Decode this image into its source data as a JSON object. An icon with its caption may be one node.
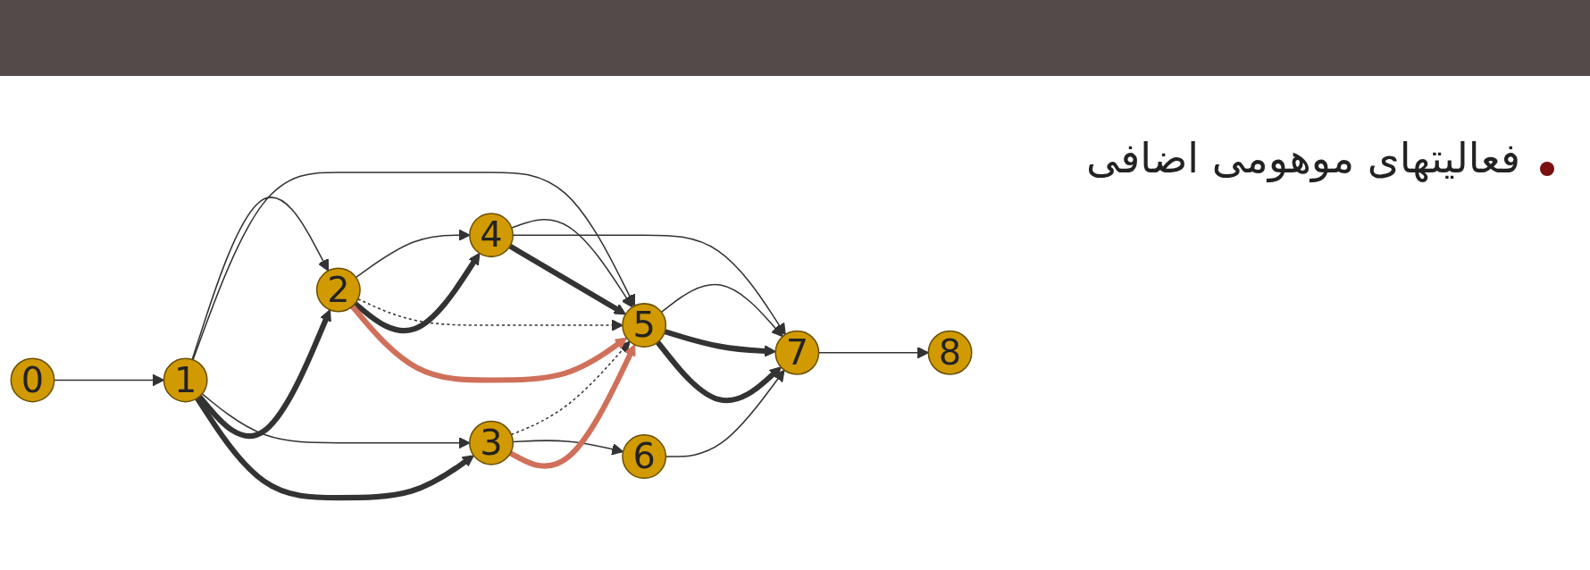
{
  "diagram": {
    "nodes": [
      {
        "text": [
          "0"
        ]
      },
      {
        "text": [
          "1"
        ]
      },
      {
        "text": [
          "2"
        ]
      },
      {
        "text": [
          "3"
        ]
      },
      {
        "text": [
          "4"
        ]
      },
      {
        "text": [
          "5"
        ]
      },
      {
        "text": [
          "6"
        ]
      },
      {
        "text": [
          "7"
        ]
      },
      {
        "text": [
          "8"
        ]
      }
    ],
    "edges": [
      {
        "from": 0,
        "to": 1,
        "arrow": "to"
      },
      {
        "from": 1,
        "to": 2,
        "arrow": "to"
      },
      {
        "from": 1,
        "to": 5,
        "arrow": "to"
      },
      {
        "from": 1,
        "to": 3,
        "arrow": "to"
      },
      {
        "from": 2,
        "to": 4,
        "arrow": "to"
      },
      {
        "from": 2,
        "to": 5,
        "arrow": "to",
        "style": "dashed"
      },
      {
        "from": 3,
        "to": 5,
        "arrow": "to",
        "style": "dashed"
      },
      {
        "from": 3,
        "to": 6,
        "arrow": "to"
      },
      {
        "from": 4,
        "to": 5,
        "arrow": "to"
      },
      {
        "from": 4,
        "to": 7,
        "arrow": "to"
      },
      {
        "from": 5,
        "to": 7,
        "arrow": "to"
      },
      {
        "from": 6,
        "to": 7,
        "arrow": "to"
      },
      {
        "from": 7,
        "to": 8,
        "arrow": "to"
      },
      {
        "from": 1,
        "to": 2,
        "arrow": "to",
        "style": "thick"
      },
      {
        "from": 1,
        "to": 3,
        "arrow": "to",
        "style": "thick"
      },
      {
        "from": 2,
        "to": 4,
        "arrow": "to",
        "style": "thick"
      },
      {
        "from": 4,
        "to": 5,
        "arrow": "to",
        "style": "thick"
      },
      {
        "from": 2,
        "to": 5,
        "arrow": "to",
        "style": "thick",
        "color": "#d0705a"
      },
      {
        "from": 3,
        "to": 5,
        "arrow": "to",
        "style": "thick",
        "color": "#d0705a"
      },
      {
        "from": 5,
        "to": 7,
        "arrow": "to",
        "style": "thick"
      },
      {
        "from": 5,
        "to": 7,
        "arrow": "to",
        "style": "thick"
      }
    ],
    "labels": [
      "فعالیتهای موهومی اضافی"
    ]
  }
}
